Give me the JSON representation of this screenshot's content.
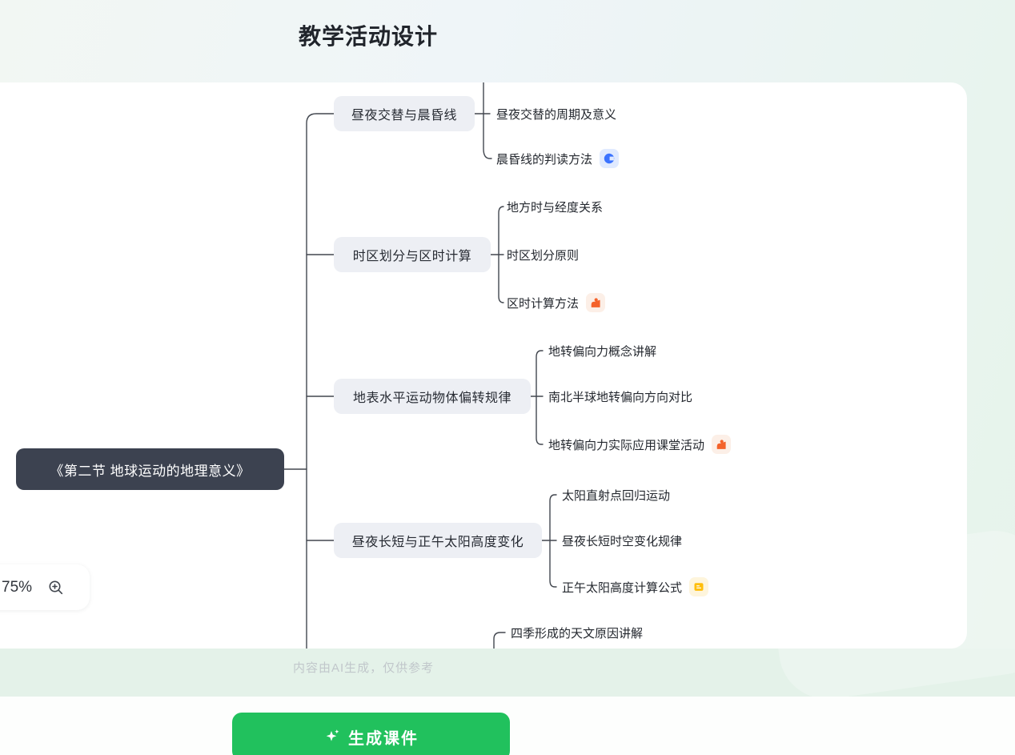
{
  "header": {
    "title": "教学活动设计"
  },
  "mindmap": {
    "root": {
      "label": "《第二节 地球运动的地理意义》"
    },
    "branches": [
      {
        "label": "昼夜交替与晨昏线",
        "children": [
          {
            "label": "昼夜交替的周期及意义"
          },
          {
            "label": "晨昏线的判读方法",
            "icon": "mindmap-icon",
            "icon_color": "#3B73FF",
            "icon_bg": "#E0EAFF"
          }
        ]
      },
      {
        "label": "时区划分与区时计算",
        "children": [
          {
            "label": "地方时与经度关系"
          },
          {
            "label": "时区划分原则"
          },
          {
            "label": "区时计算方法",
            "icon": "hand-raise-icon",
            "icon_color": "#F4622A",
            "icon_bg": "#FCEFE7"
          }
        ]
      },
      {
        "label": "地表水平运动物体偏转规律",
        "children": [
          {
            "label": "地转偏向力概念讲解"
          },
          {
            "label": "南北半球地转偏向方向对比"
          },
          {
            "label": "地转偏向力实际应用课堂活动",
            "icon": "hand-raise-icon",
            "icon_color": "#F4622A",
            "icon_bg": "#FCEFE7"
          }
        ]
      },
      {
        "label": "昼夜长短与正午太阳高度变化",
        "children": [
          {
            "label": "太阳直射点回归运动"
          },
          {
            "label": "昼夜长短时空变化规律"
          },
          {
            "label": "正午太阳高度计算公式",
            "icon": "note-icon",
            "icon_color": "#FFBE0A",
            "icon_bg": "#FEF5DC"
          }
        ]
      },
      {
        "children": [
          {
            "label": "四季形成的天文原因讲解"
          }
        ]
      }
    ]
  },
  "toolbar": {
    "zoom_level": "75%",
    "zoom_in_icon": "zoom-in-icon"
  },
  "footer": {
    "ai_note": "内容由AI生成，仅供参考"
  },
  "actions": {
    "generate_label": "生成课件",
    "generate_icon": "sparkles-icon"
  },
  "colors": {
    "accent_green": "#21C15D",
    "root_node_bg": "#3C4250",
    "branch_node_bg": "#EDEFF4",
    "band_green": "#E4F2E9",
    "connector_line": "#42474F"
  }
}
